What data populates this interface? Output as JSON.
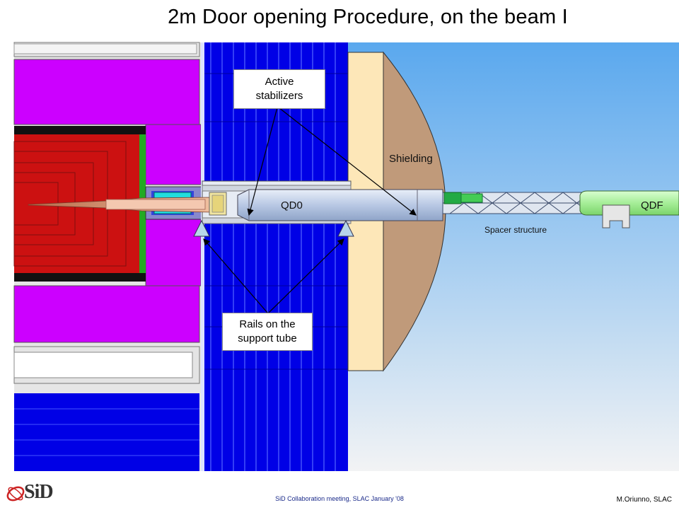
{
  "title": "2m Door opening Procedure, on the beam I",
  "labels": {
    "shielding": "Shielding",
    "qd0": "QD0",
    "qdf": "QDF",
    "spacer": "Spacer structure"
  },
  "callouts": {
    "active_stabilizers": [
      "Active",
      "stabilizers"
    ],
    "rails": [
      "Rails on the",
      "support tube"
    ]
  },
  "footer": {
    "meeting": "SiD Collaboration meeting, SLAC January '08",
    "author": "M.Oriunno, SLAC",
    "logo_text": "SiD"
  },
  "colors": {
    "magenta": "#cc00ff",
    "blue": "#0000e6",
    "red": "#cc1111",
    "shielding": "#c09a7a",
    "cream": "#fde7b8",
    "green": "#99ee88"
  }
}
